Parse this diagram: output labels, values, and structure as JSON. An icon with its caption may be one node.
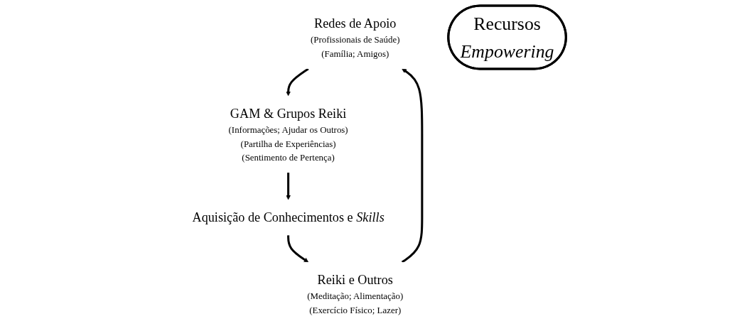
{
  "diagram": {
    "nodes": [
      {
        "text": [
          "Redes de Apoio",
          "(Profissionais de Saúde)",
          "(Família; Amigos)"
        ]
      },
      {
        "text": [
          "GAM & Grupos Reiki",
          "(Informações; Ajudar os Outros)",
          "(Partilha de Experiências)",
          "(Sentimento de Pertença)"
        ]
      },
      {
        "text": [
          "Aquisição de Conhecimentos e *Skills*"
        ]
      },
      {
        "text": [
          "Reiki e Outros",
          "(Meditação; Alimentação)",
          "(Exercício Físico; Lazer)"
        ]
      },
      {
        "text": [
          "Recursos",
          "Empowering"
        ]
      }
    ],
    "edges": [
      {
        "from": 0,
        "to": 1,
        "arrow": "to"
      },
      {
        "from": 1,
        "to": 2,
        "arrow": "to"
      },
      {
        "from": 2,
        "to": 3,
        "arrow": "to"
      },
      {
        "from": 3,
        "to": 0,
        "arrow": "to"
      }
    ]
  }
}
